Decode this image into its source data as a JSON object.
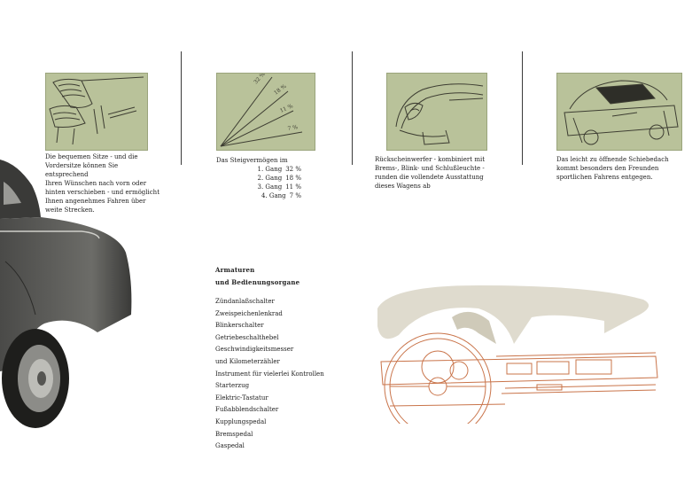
{
  "captions": {
    "seats": "Die bequemen Sitze - und die\nVordersitze können Sie entsprechend\nIhren Wünschen nach vorn oder\nhinten verschieben - und ermöglicht\nIhnen angenehmes Fahren über\nweite Strecken.",
    "climb_intro": "Das Steigvermögen im",
    "gears": [
      {
        "gear": "1. Gang",
        "value": "32 %"
      },
      {
        "gear": "2. Gang",
        "value": "18 %"
      },
      {
        "gear": "3. Gang",
        "value": "11 %"
      },
      {
        "gear": "4. Gang",
        "value": "7 %"
      }
    ],
    "lights": "Rückscheinwerfer - kombiniert mit\nBrems-, Blink- und Schlußleuchte -\nrunden die vollendete Ausstattung\ndieses Wagens ab",
    "roof": "Das leicht zu öffnende Schiebedach\nkommt besonders den Freunden\nsportlichen Fahrens entgegen."
  },
  "diagram_labels": [
    "32 %",
    "18 %",
    "11 %",
    "7 %"
  ],
  "controls": {
    "title_line1": "Armaturen",
    "title_line2": "und Bedienungsorgane",
    "items": [
      "Zündanlaßschalter",
      "Zweispeichenlenkrad",
      "Blinkerschalter",
      "Getriebeschalthebel",
      "Geschwindigkeitsmesser",
      "und Kilometerzähler",
      "Instrument für vielerlei Kontrollen",
      "Starterzug",
      "Elektric-Tastatur",
      "Fußabblendschalter",
      "Kupplungspedal",
      "Bremspedal",
      "Gaspedal"
    ]
  },
  "colors": {
    "panel_green": "#b9c29a",
    "dash_line": "#c9744a",
    "arrow_beige": "#d9d5c6"
  }
}
